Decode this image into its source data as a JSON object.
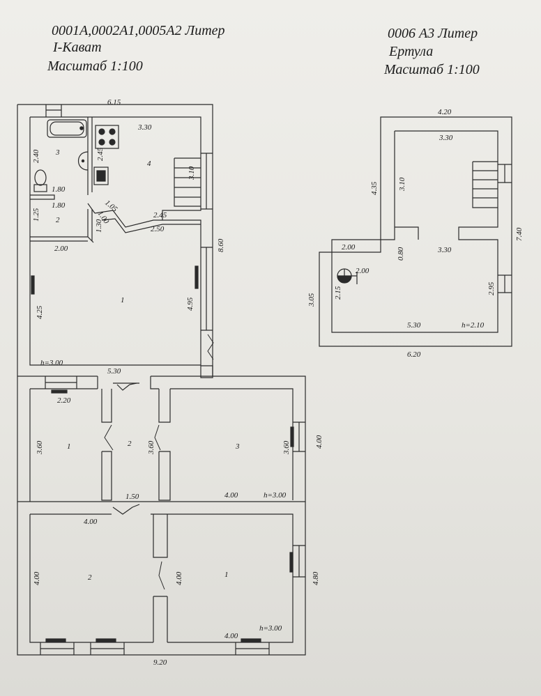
{
  "header_left": {
    "line1": "0001А,0002А1,0005А2  Литер",
    "line2": "I-Кават",
    "line3": "Масштаб 1:100"
  },
  "header_right": {
    "line1": "0006 А3 Литер",
    "line2": "Ертула",
    "line3": "Масштаб 1:100"
  },
  "plan_left": {
    "dims": {
      "top_width": "6.15",
      "room4_width": "3.30",
      "room3_height": "2.40",
      "room4_small": "2.45",
      "stair_len": "3.10",
      "room3_bottom_a": "1.80",
      "room3_bottom_b": "1.80",
      "diag_105": "1.05",
      "diag_100": "1.00",
      "room2_height": "1.25",
      "room2_depth": "1.30",
      "corr_245": "2.45",
      "corr_250": "2.50",
      "room2_width": "2.00",
      "right_height": "8.60",
      "room1_height": "4.25",
      "room1_right": "4.95",
      "room1_h": "h=3.00",
      "mid_width": "5.30",
      "mid_left_win": "2.20",
      "midroom1_h": "3.60",
      "midroom2_h": "3.60",
      "midroom3_h": "3.60",
      "mid_right_h": "4.00",
      "mid_corr_w": "1.50",
      "midroom3_w": "4.00",
      "mid_h": "h=3.00",
      "bot_left_w": "4.00",
      "botroom2_h": "4.00",
      "botroom1_h": "4.00",
      "bot_right_h": "4.80",
      "botroom1_w": "4.00",
      "bot_h": "h=3.00",
      "bottom_width": "9.20"
    },
    "rooms": {
      "r3": "3",
      "r4": "4",
      "r2": "2",
      "r1": "1",
      "mid1": "1",
      "mid2": "2",
      "mid3": "3",
      "bot2": "2",
      "bot1": "1"
    }
  },
  "plan_right": {
    "dims": {
      "top_width": "4.20",
      "inner_top": "3.30",
      "left_upper": "4.35",
      "stair_len": "3.10",
      "right_total": "7.40",
      "step_left": "2.00",
      "neck": "0.80",
      "lower_width_inner": "3.30",
      "boiler_label": "2.00",
      "left_lower": "3.05",
      "inner_left": "2.15",
      "right_lower": "2.95",
      "bottom_inner": "5.30",
      "height": "h=2.10",
      "bottom_outer": "6.20"
    }
  }
}
